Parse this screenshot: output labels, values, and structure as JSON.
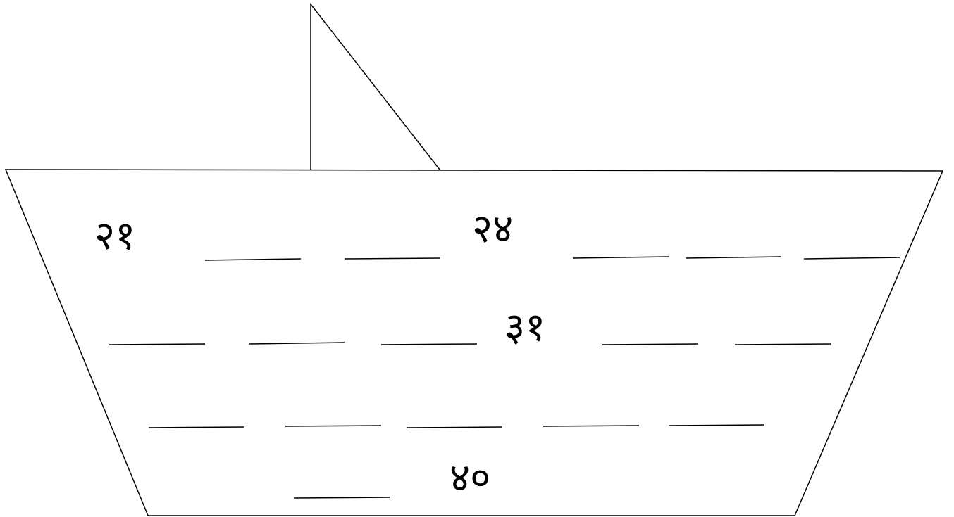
{
  "worksheet": {
    "row1": {
      "start": "२१",
      "middle": "२४"
    },
    "row2": {
      "middle": "३१"
    },
    "row4": {
      "end": "४०"
    }
  },
  "colors": {
    "ink": "#000000",
    "paper": "#ffffff"
  }
}
